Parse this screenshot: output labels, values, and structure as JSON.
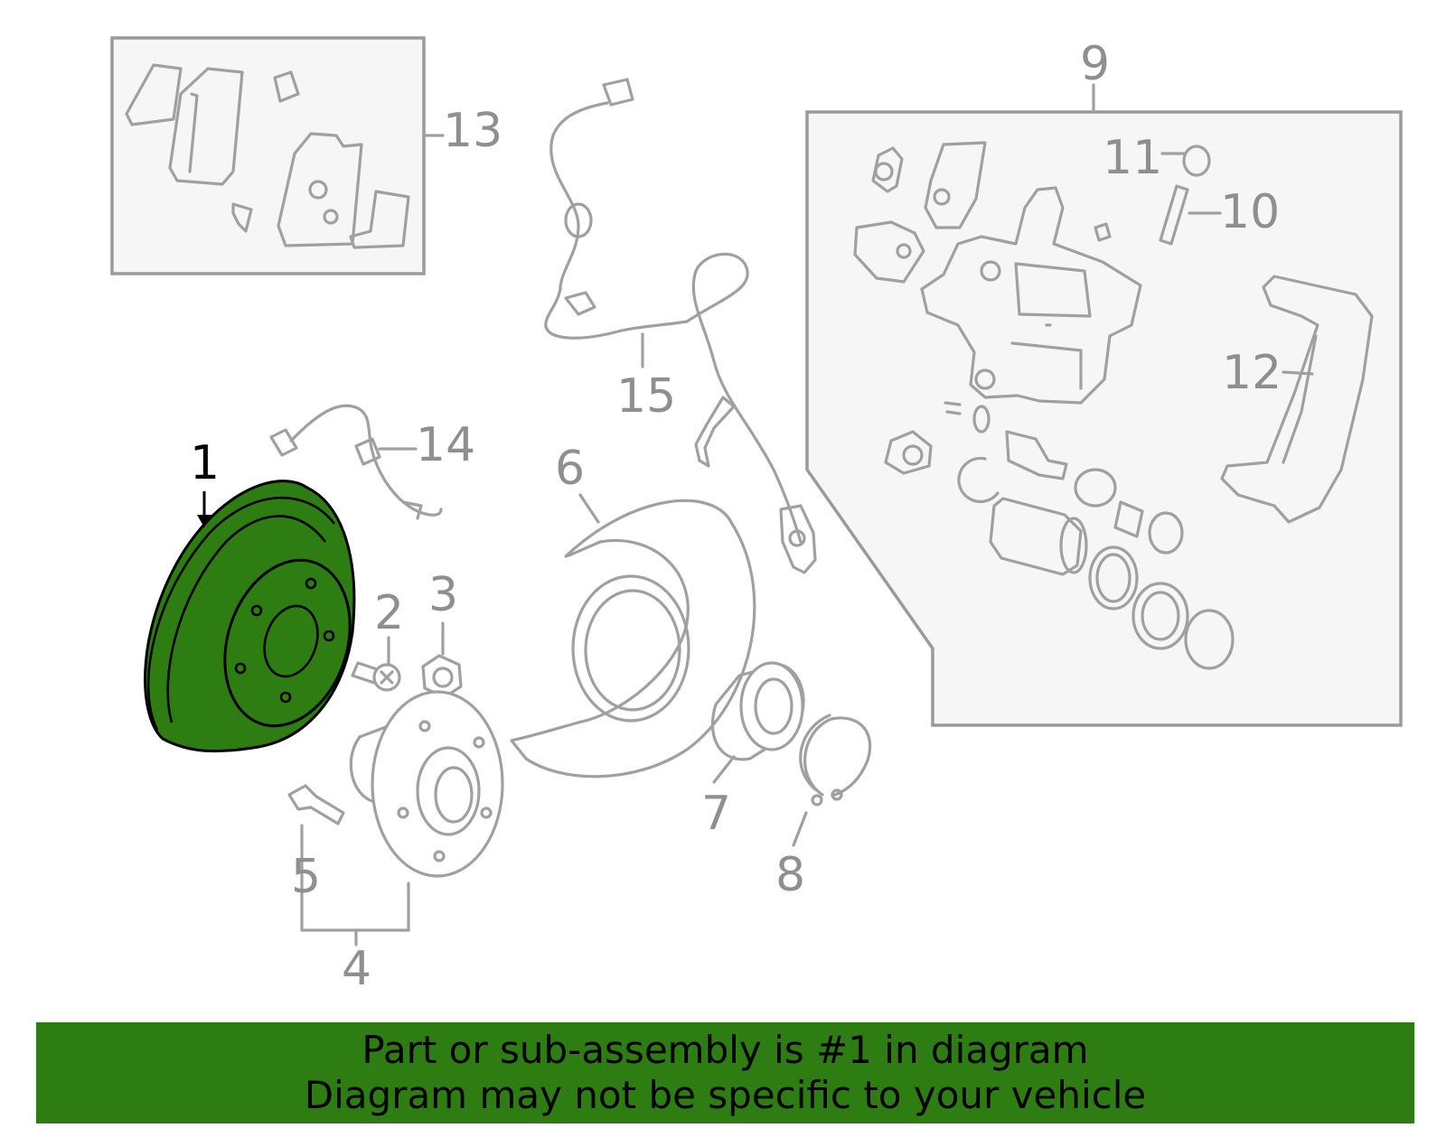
{
  "callouts": {
    "c1": "1",
    "c2": "2",
    "c3": "3",
    "c4": "4",
    "c5": "5",
    "c6": "6",
    "c7": "7",
    "c8": "8",
    "c9": "9",
    "c10": "10",
    "c11": "11",
    "c12": "12",
    "c13": "13",
    "c14": "14",
    "c15": "15"
  },
  "highlighted_part": "1",
  "colors": {
    "highlight": "#2e7d13",
    "line": "#a0a0a0",
    "label": "#8f8f8f"
  },
  "banner": {
    "line1": "Part or sub-assembly is #1 in diagram",
    "line2": "Diagram may not be specific to your vehicle"
  }
}
